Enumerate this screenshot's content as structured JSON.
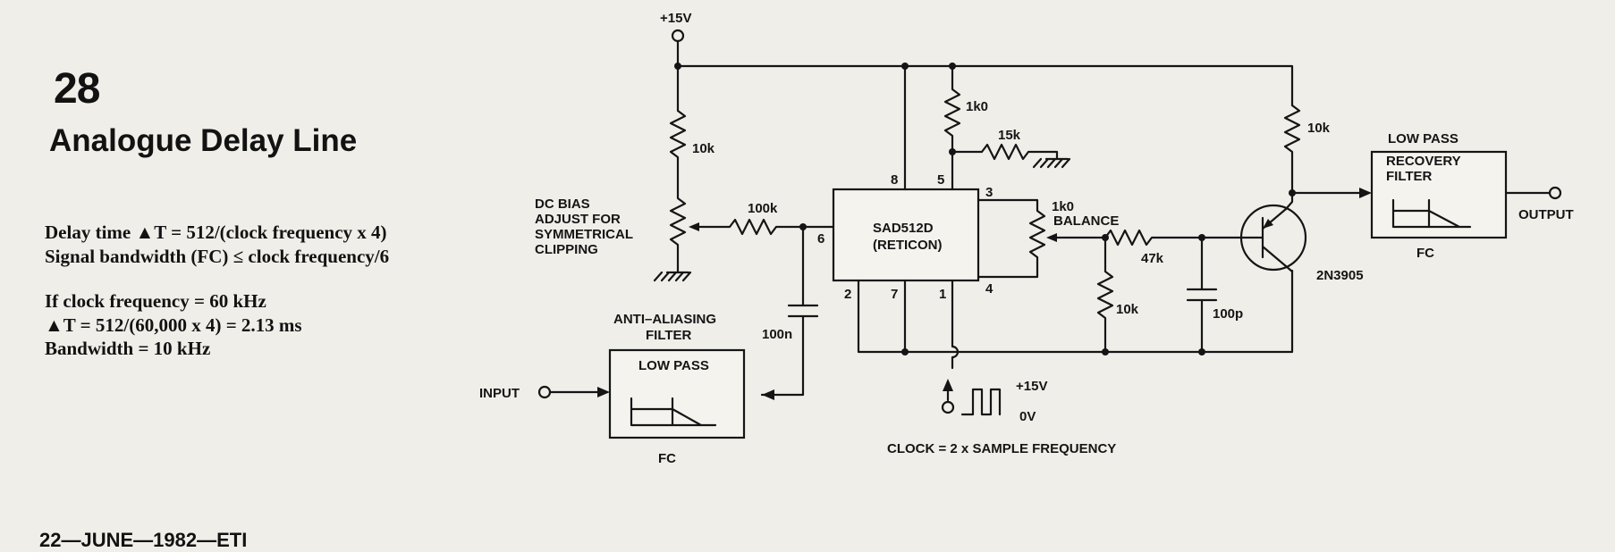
{
  "header": {
    "number": "28",
    "title": "Analogue Delay Line"
  },
  "formulas": {
    "delay_time": "Delay time ▲T = 512/(clock frequency x 4)",
    "bandwidth_rule": "Signal bandwidth (FC) ≤ clock frequency/6",
    "example_clock": "If clock frequency = 60 kHz",
    "example_delay": "▲T = 512/(60,000 x 4) = 2.13 ms",
    "example_bandwidth": "Bandwidth = 10 kHz"
  },
  "footer": "22—JUNE—1982—ETI",
  "schematic": {
    "supply_label": "+15V",
    "ic": {
      "name": "SAD512D",
      "maker": "(RETICON)",
      "pins": [
        "8",
        "5",
        "3",
        "6",
        "4",
        "2",
        "7",
        "1"
      ]
    },
    "resistors": {
      "bias_pot": "10k",
      "input": "100k",
      "pin5_top": "1k0",
      "pin5_ground": "15k",
      "balance_pot": "1k0",
      "balance_label": "BALANCE",
      "series": "47k",
      "shunt": "10k",
      "collector": "10k"
    },
    "capacitors": {
      "coupling": "100n",
      "shunt": "100p"
    },
    "transistor": "2N3905",
    "bias_label": [
      "DC BIAS",
      "ADJUST FOR",
      "SYMMETRICAL",
      "CLIPPING"
    ],
    "anti_alias_label": [
      "ANTI–ALIASING",
      "FILTER"
    ],
    "input_filter": {
      "title": "LOW PASS",
      "fc": "FC"
    },
    "output_filter": {
      "caption": "LOW PASS",
      "title": [
        "RECOVERY",
        "FILTER"
      ],
      "fc": "FC"
    },
    "input_label": "INPUT",
    "output_label": "OUTPUT",
    "clock": {
      "high": "+15V",
      "low": "0V",
      "caption": "CLOCK = 2 x SAMPLE FREQUENCY"
    }
  }
}
